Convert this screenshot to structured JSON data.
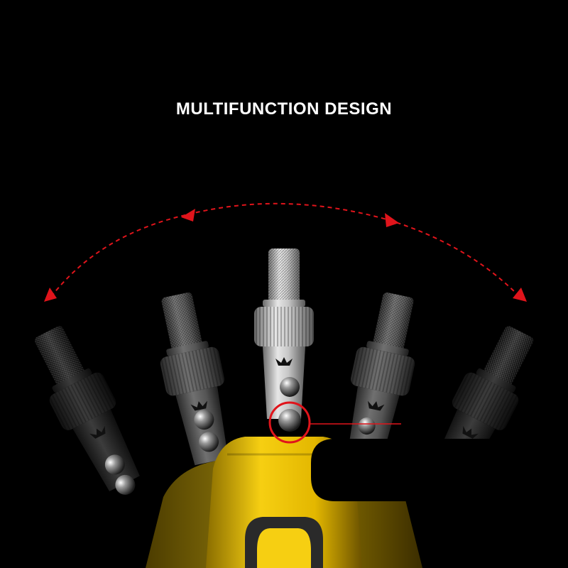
{
  "headline": "MULTIFUNCTION DESIGN",
  "colors": {
    "background": "#000000",
    "accent_red": "#e0141b",
    "handle_yellow": "#f2c400",
    "metal_silver": "#b8b8b8",
    "metal_dark": "#2a2a2a"
  },
  "icons": [
    "double-headed-arc-arrow",
    "highlight-circle"
  ]
}
